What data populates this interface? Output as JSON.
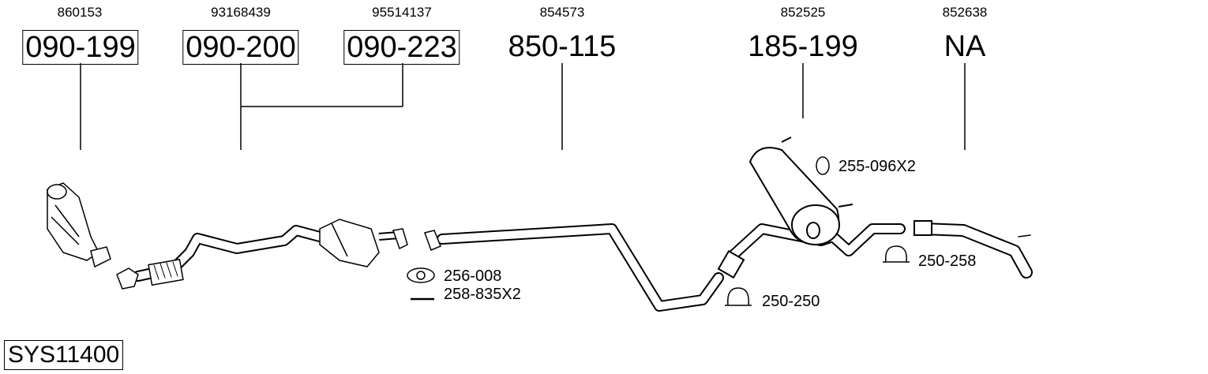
{
  "parts": [
    {
      "ref": "860153",
      "code": "090-199",
      "boxed": true
    },
    {
      "ref": "93168439",
      "code": "090-200",
      "boxed": true
    },
    {
      "ref": "95514137",
      "code": "090-223",
      "boxed": true
    },
    {
      "ref": "854573",
      "code": "850-115",
      "boxed": false
    },
    {
      "ref": "852525",
      "code": "185-199",
      "boxed": false
    },
    {
      "ref": "852638",
      "code": "NA",
      "boxed": false
    }
  ],
  "accessories": [
    {
      "code": "255-096X2",
      "icon": "rubber-hanger-icon"
    },
    {
      "code": "256-008",
      "icon": "gasket-icon"
    },
    {
      "code": "258-835X2",
      "icon": "bolt-icon"
    },
    {
      "code": "250-250",
      "icon": "clamp-icon"
    },
    {
      "code": "250-258",
      "icon": "clamp-icon"
    }
  ],
  "system_id": "SYS11400"
}
